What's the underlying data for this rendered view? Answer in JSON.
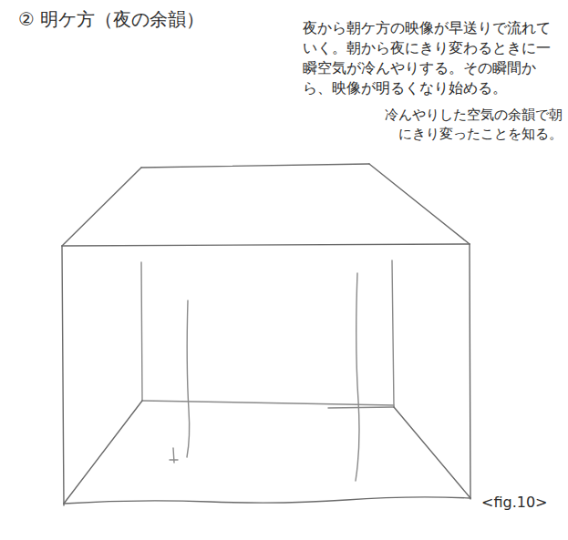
{
  "diagram": {
    "title": "② 明ケ方（夜の余韻）",
    "caption": "<fig.10>",
    "labels": [
      "夜から朝ケ方の映像が早送りで流れていく。朝から夜にきり変わるときに一瞬空気が冷んやりする。その瞬間から、映像が明るくなり始める。",
      "冷んやりした空気の余韻で朝にきり変ったことを知る。"
    ]
  }
}
